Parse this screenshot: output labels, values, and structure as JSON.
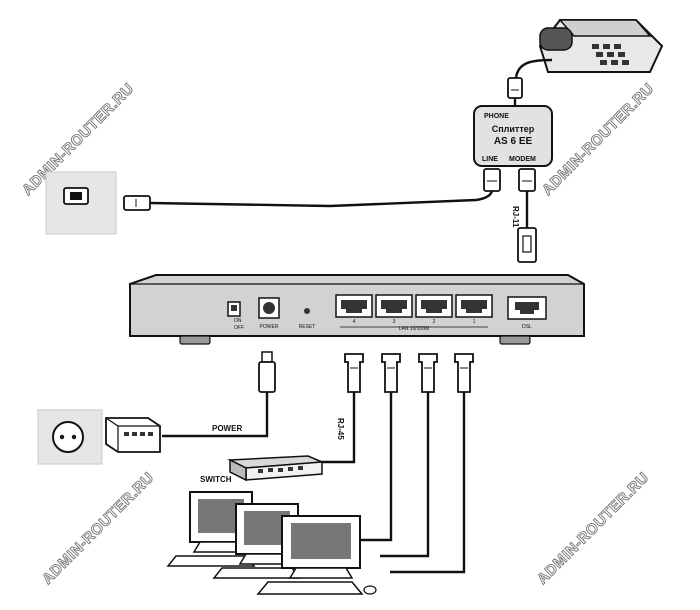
{
  "splitter": {
    "phone_label": "PHONE",
    "name_line1": "Сплиттер",
    "name_line2": "AS 6 EE",
    "line_label": "LINE",
    "modem_label": "MODEM"
  },
  "router": {
    "on_label": "ON",
    "off_label": "OFF",
    "power_label": "POWER",
    "reset_label": "RESET",
    "lan_label": "LAN 10/100M",
    "dsl_label": "DSL",
    "port_numbers": [
      "4",
      "3",
      "2",
      "1"
    ]
  },
  "cables": {
    "rj11_label": "RJ-11",
    "rj45_label": "RJ-45",
    "power_label": "POWER"
  },
  "switch": {
    "label": "SWITCH"
  },
  "watermark": "ADMIN-ROUTER.RU"
}
